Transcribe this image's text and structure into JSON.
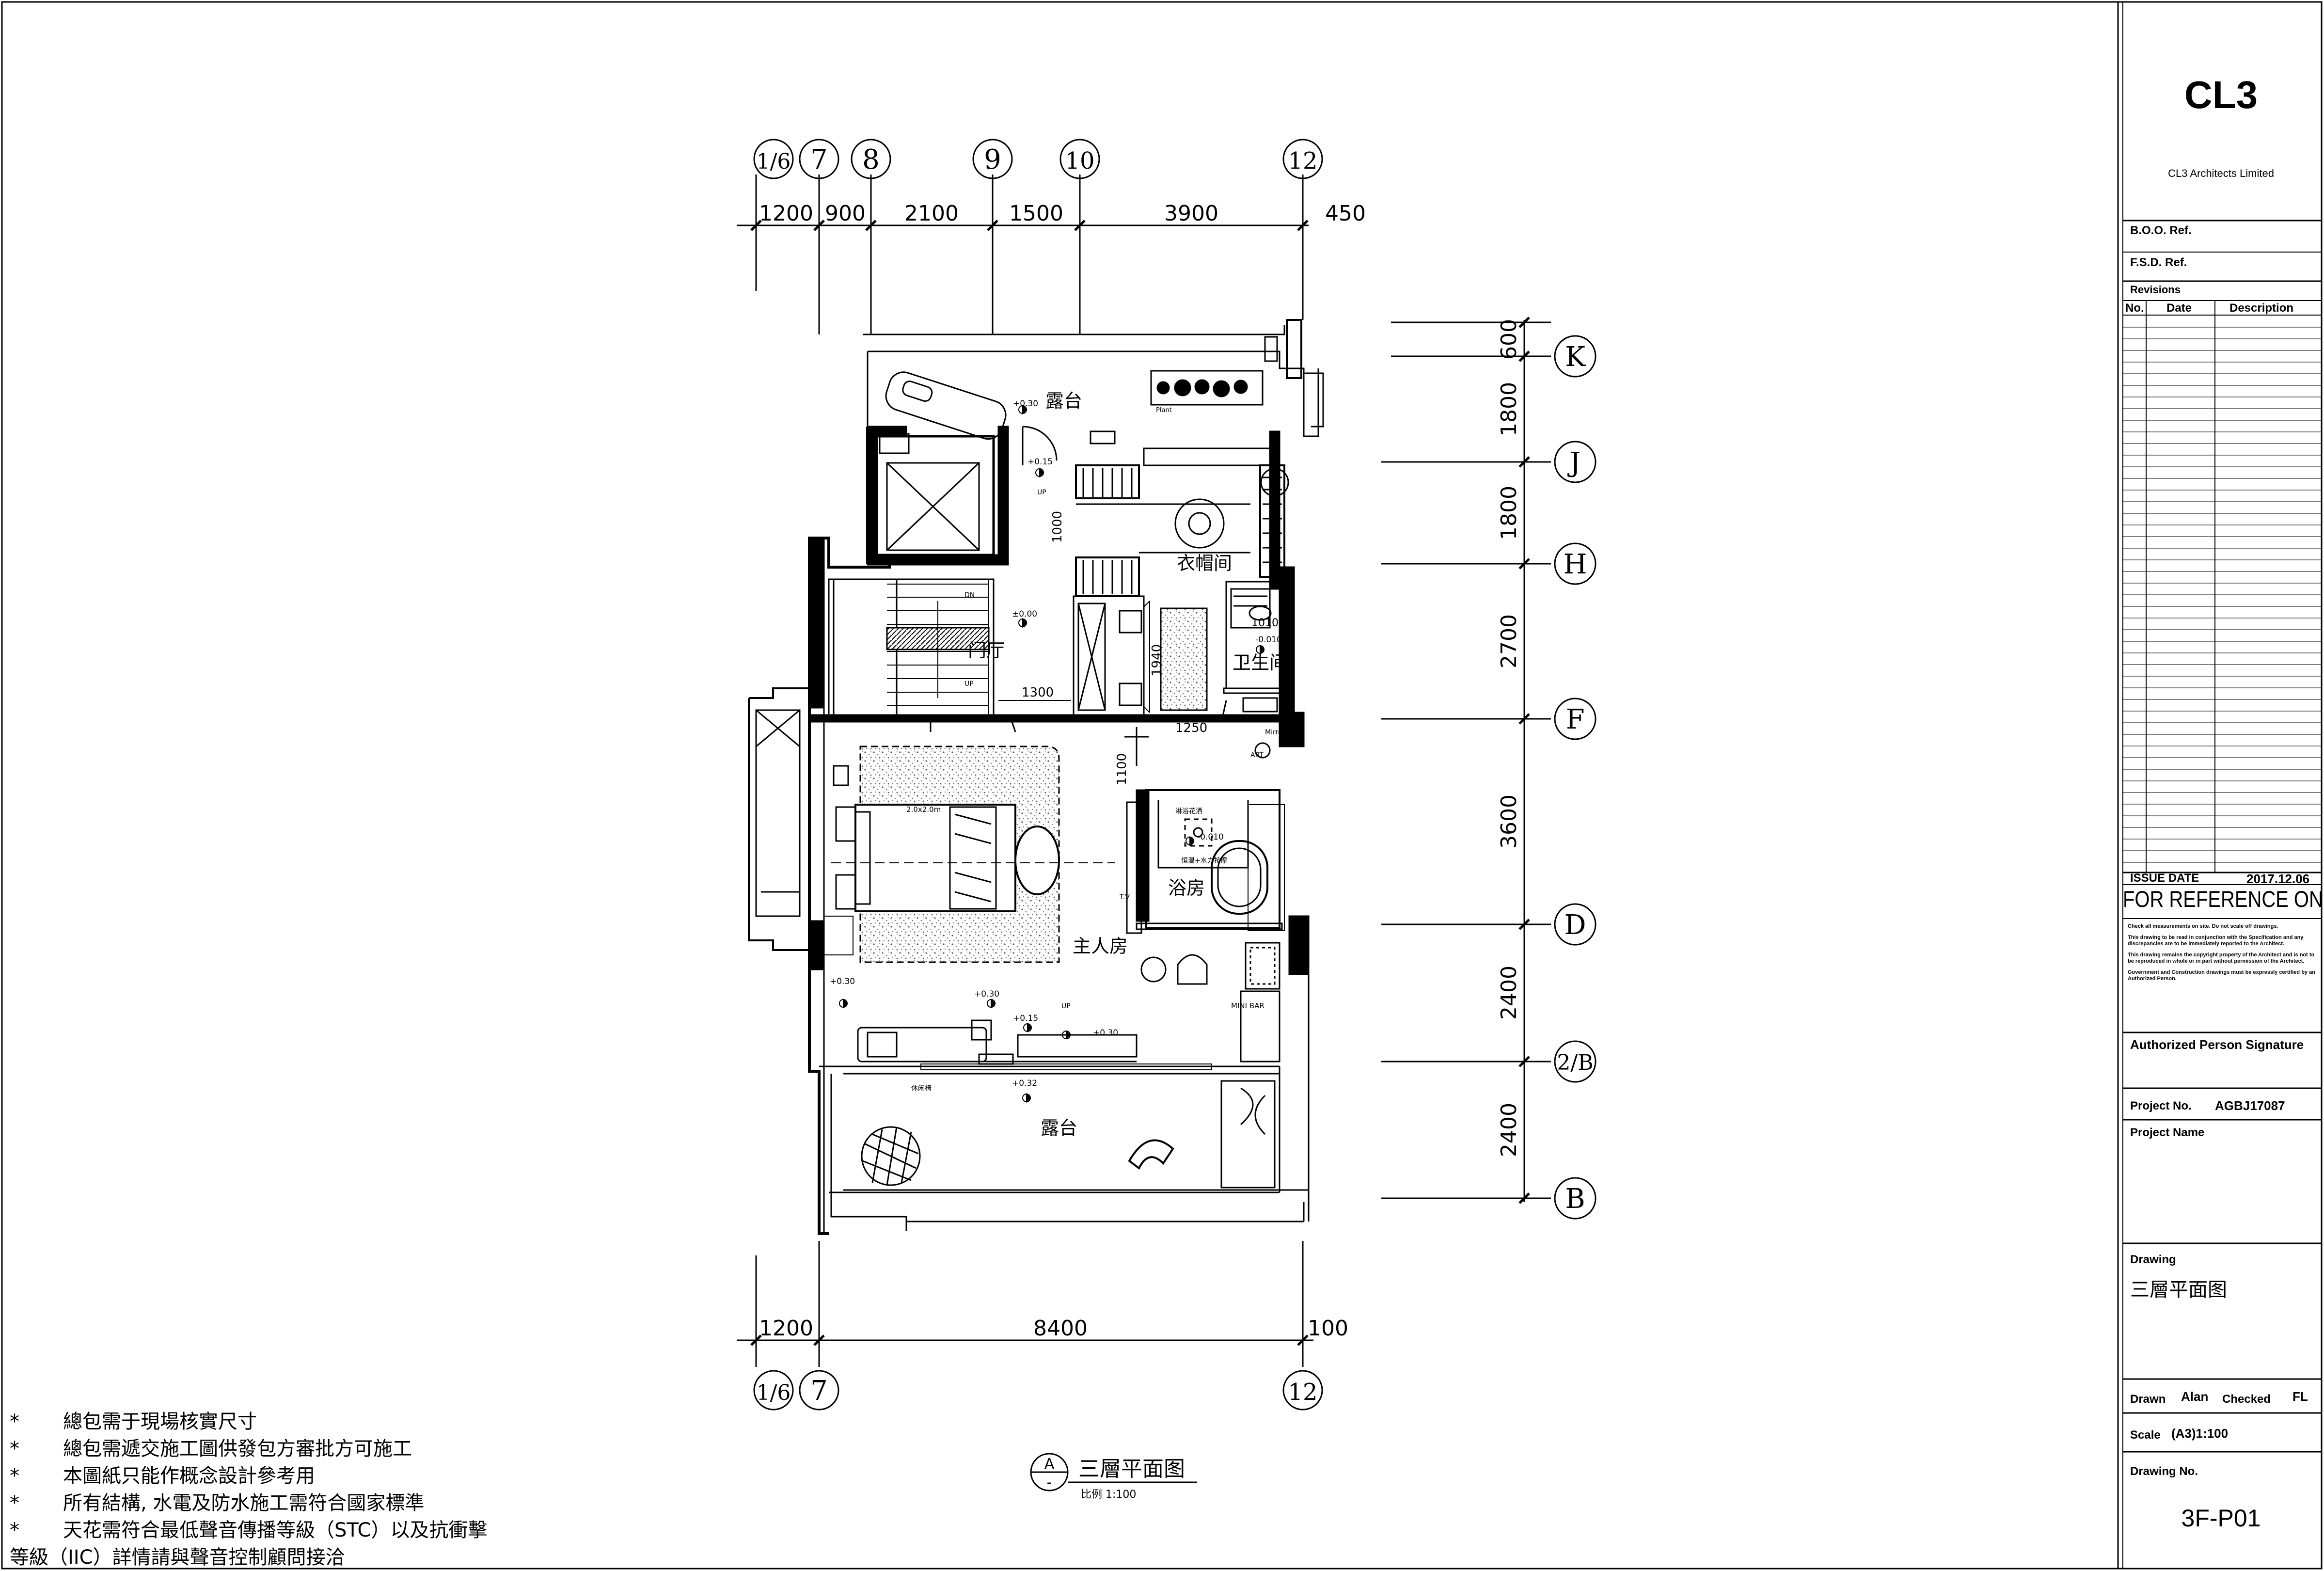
{
  "grid_top": {
    "bubbles": [
      "1/6",
      "7",
      "8",
      "9",
      "10",
      "12"
    ],
    "dims": [
      "1200",
      "900",
      "2100",
      "1500",
      "3900",
      "450"
    ]
  },
  "grid_bottom": {
    "bubbles": [
      "1/6",
      "7",
      "12"
    ],
    "dims": [
      "1200",
      "8400",
      "100"
    ]
  },
  "grid_right": {
    "bubbles": [
      "K",
      "J",
      "H",
      "F",
      "D",
      "2/B",
      "B"
    ],
    "dims": [
      "600",
      "1800",
      "1800",
      "2700",
      "3600",
      "2400",
      "2400"
    ]
  },
  "rooms": {
    "terrace_top": "露台",
    "cloakroom": "衣帽间",
    "foyer": "门厅",
    "bathroom_small": "卫生间",
    "bath": "浴房",
    "master_bedroom": "主人房",
    "terrace_bottom": "露台"
  },
  "annotations": {
    "lvl_terrace": "+0.30",
    "lvl_015": "+0.15",
    "lvl_foyer": "±0.00",
    "lvl_wc": "-0.010",
    "lvl_bath": "-0.010",
    "lvl_030_a": "+0.30",
    "lvl_030_b": "+0.30",
    "lvl_030_c": "+0.30",
    "lvl_015_b": "+0.15",
    "lvl_032": "+0.32",
    "dim_1000": "1000",
    "dim_1300": "1300",
    "dim_1940": "1940",
    "dim_1250": "1250",
    "dim_1100": "1100",
    "dim_1010": "1010",
    "up": "UP",
    "dn": "DN",
    "plant": "Plant",
    "mirror": "Mirror",
    "art": "ART",
    "minibar": "MINI BAR",
    "tv": "T.V",
    "bed": "2.0x2.0m",
    "shower": "淋浴花洒",
    "tub_label": "恒温+水力按摩",
    "chair_label": "休闲椅"
  },
  "drawing_label": {
    "letter": "A",
    "dash": "-",
    "title": "三層平面图",
    "scale": "比例  1:100"
  },
  "notes": [
    {
      "bullet": "*",
      "text": "總包需于現場核實尺寸"
    },
    {
      "bullet": "*",
      "text": "總包需遞交施工圖供發包方審批方可施工"
    },
    {
      "bullet": "*",
      "text": "本圖紙只能作概念設計參考用"
    },
    {
      "bullet": "*",
      "text": "所有結構, 水電及防水施工需符合國家標準"
    },
    {
      "bullet": "*",
      "text": "天花需符合最低聲音傳播等級（STC）以及抗衝擊"
    },
    {
      "bullet": "",
      "text": "等級（IIC）詳情請與聲音控制顧問接洽"
    }
  ],
  "title_block": {
    "logo": "CL3",
    "company": "CL3 Architects Limited",
    "boo_ref": "B.O.O. Ref.",
    "fsd_ref": "F.S.D. Ref.",
    "revisions": "Revisions",
    "col_no": "No.",
    "col_date": "Date",
    "col_desc": "Description",
    "issue_date_label": "ISSUE DATE",
    "issue_date": "2017.12.06",
    "reference": "FOR REFERENCE ONLY",
    "disclaimer": [
      "Check all measurements on site. Do not scale off drawings.",
      "This drawing to be read in conjunction with the Specification and any discrepancies are to be immediately reported to the Architect.",
      "This drawing remains the copyright property of the Architect and is not to be reproduced in whole or in part without permission of the Architect.",
      "Government and Construction drawings must be expressly certified by an Authorized Person."
    ],
    "authorized": "Authorized Person Signature",
    "project_no_label": "Project No.",
    "project_no": "AGBJ17087",
    "project_name_label": "Project Name",
    "drawing_label": "Drawing",
    "drawing_name": "三層平面图",
    "drawn_label": "Drawn",
    "drawn": "Alan",
    "checked_label": "Checked",
    "checked": "FL",
    "scale_label": "Scale",
    "scale": "(A3)1:100",
    "drawing_no_label": "Drawing No.",
    "drawing_no": "3F-P01"
  }
}
